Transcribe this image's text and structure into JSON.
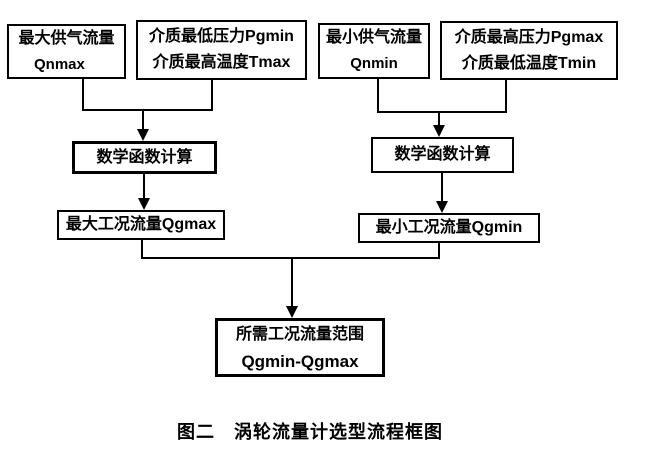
{
  "figure": {
    "caption": "图二　涡轮流量计选型流程框图"
  },
  "nodes": {
    "qnmax": {
      "line1": "最大供气流量",
      "line2": "Qnmax"
    },
    "pgmin_tmax": {
      "line1": "介质最低压力Pgmin",
      "line2": "介质最高温度Tmax"
    },
    "qnmin": {
      "line1": "最小供气流量",
      "line2": "Qnmin"
    },
    "pgmax_tmin": {
      "line1": "介质最高压力Pgmax",
      "line2": "介质最低温度Tmin"
    },
    "math_left": {
      "label": "数学函数计算"
    },
    "math_right": {
      "label": "数学函数计算"
    },
    "qgmax": {
      "label": "最大工况流量Qgmax"
    },
    "qgmin": {
      "label": "最小工况流量Qgmin"
    },
    "result": {
      "line1": "所需工况流量范围",
      "line2": "Qgmin-Qgmax"
    }
  },
  "colors": {
    "line": "#000000",
    "border": "#000000",
    "background": "#ffffff",
    "text": "#000000"
  }
}
